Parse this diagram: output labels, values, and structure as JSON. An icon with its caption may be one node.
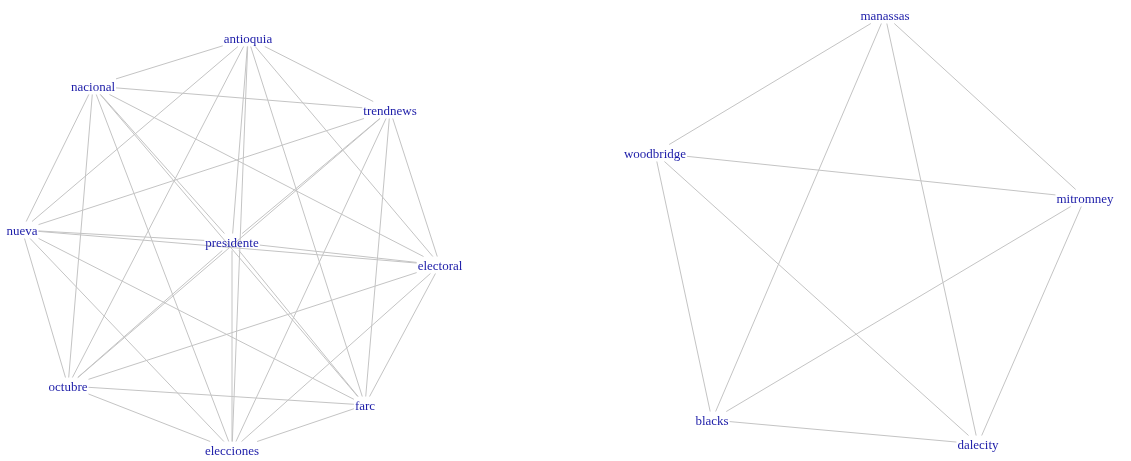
{
  "diagram": {
    "nodes": [
      {
        "text": [
          "antioquia"
        ]
      },
      {
        "text": [
          "nacional"
        ]
      },
      {
        "text": [
          "trendnews"
        ]
      },
      {
        "text": [
          "nueva"
        ]
      },
      {
        "text": [
          "presidente"
        ]
      },
      {
        "text": [
          "electoral"
        ]
      },
      {
        "text": [
          "octubre"
        ]
      },
      {
        "text": [
          "farc"
        ]
      },
      {
        "text": [
          "elecciones"
        ]
      },
      {
        "text": [
          "manassas"
        ]
      },
      {
        "text": [
          "woodbridge"
        ]
      },
      {
        "text": [
          "mitromney"
        ]
      },
      {
        "text": [
          "blacks"
        ]
      },
      {
        "text": [
          "dalecity"
        ]
      }
    ],
    "edges": [
      {
        "from": 0,
        "to": 1,
        "arrow": "none"
      },
      {
        "from": 0,
        "to": 2,
        "arrow": "none"
      },
      {
        "from": 0,
        "to": 3,
        "arrow": "none"
      },
      {
        "from": 0,
        "to": 4,
        "arrow": "none"
      },
      {
        "from": 0,
        "to": 5,
        "arrow": "none"
      },
      {
        "from": 0,
        "to": 6,
        "arrow": "none"
      },
      {
        "from": 0,
        "to": 7,
        "arrow": "none"
      },
      {
        "from": 0,
        "to": 8,
        "arrow": "none"
      },
      {
        "from": 1,
        "to": 2,
        "arrow": "none"
      },
      {
        "from": 1,
        "to": 3,
        "arrow": "none"
      },
      {
        "from": 1,
        "to": 4,
        "arrow": "none"
      },
      {
        "from": 1,
        "to": 5,
        "arrow": "none"
      },
      {
        "from": 1,
        "to": 6,
        "arrow": "none"
      },
      {
        "from": 1,
        "to": 7,
        "arrow": "none"
      },
      {
        "from": 1,
        "to": 8,
        "arrow": "none"
      },
      {
        "from": 2,
        "to": 3,
        "arrow": "none"
      },
      {
        "from": 2,
        "to": 4,
        "arrow": "none"
      },
      {
        "from": 2,
        "to": 5,
        "arrow": "none"
      },
      {
        "from": 2,
        "to": 6,
        "arrow": "none"
      },
      {
        "from": 2,
        "to": 7,
        "arrow": "none"
      },
      {
        "from": 2,
        "to": 8,
        "arrow": "none"
      },
      {
        "from": 3,
        "to": 4,
        "arrow": "none"
      },
      {
        "from": 3,
        "to": 5,
        "arrow": "none"
      },
      {
        "from": 3,
        "to": 6,
        "arrow": "none"
      },
      {
        "from": 3,
        "to": 7,
        "arrow": "none"
      },
      {
        "from": 3,
        "to": 8,
        "arrow": "none"
      },
      {
        "from": 4,
        "to": 5,
        "arrow": "none"
      },
      {
        "from": 4,
        "to": 6,
        "arrow": "none"
      },
      {
        "from": 4,
        "to": 7,
        "arrow": "none"
      },
      {
        "from": 4,
        "to": 8,
        "arrow": "none"
      },
      {
        "from": 5,
        "to": 6,
        "arrow": "none"
      },
      {
        "from": 5,
        "to": 7,
        "arrow": "none"
      },
      {
        "from": 5,
        "to": 8,
        "arrow": "none"
      },
      {
        "from": 6,
        "to": 7,
        "arrow": "none"
      },
      {
        "from": 6,
        "to": 8,
        "arrow": "none"
      },
      {
        "from": 7,
        "to": 8,
        "arrow": "none"
      },
      {
        "from": 9,
        "to": 10,
        "arrow": "none"
      },
      {
        "from": 9,
        "to": 11,
        "arrow": "none"
      },
      {
        "from": 9,
        "to": 12,
        "arrow": "none"
      },
      {
        "from": 9,
        "to": 13,
        "arrow": "none"
      },
      {
        "from": 10,
        "to": 11,
        "arrow": "none"
      },
      {
        "from": 10,
        "to": 12,
        "arrow": "none"
      },
      {
        "from": 10,
        "to": 13,
        "arrow": "none"
      },
      {
        "from": 11,
        "to": 12,
        "arrow": "none"
      },
      {
        "from": 11,
        "to": 13,
        "arrow": "none"
      },
      {
        "from": 12,
        "to": 13,
        "arrow": "none"
      }
    ]
  }
}
